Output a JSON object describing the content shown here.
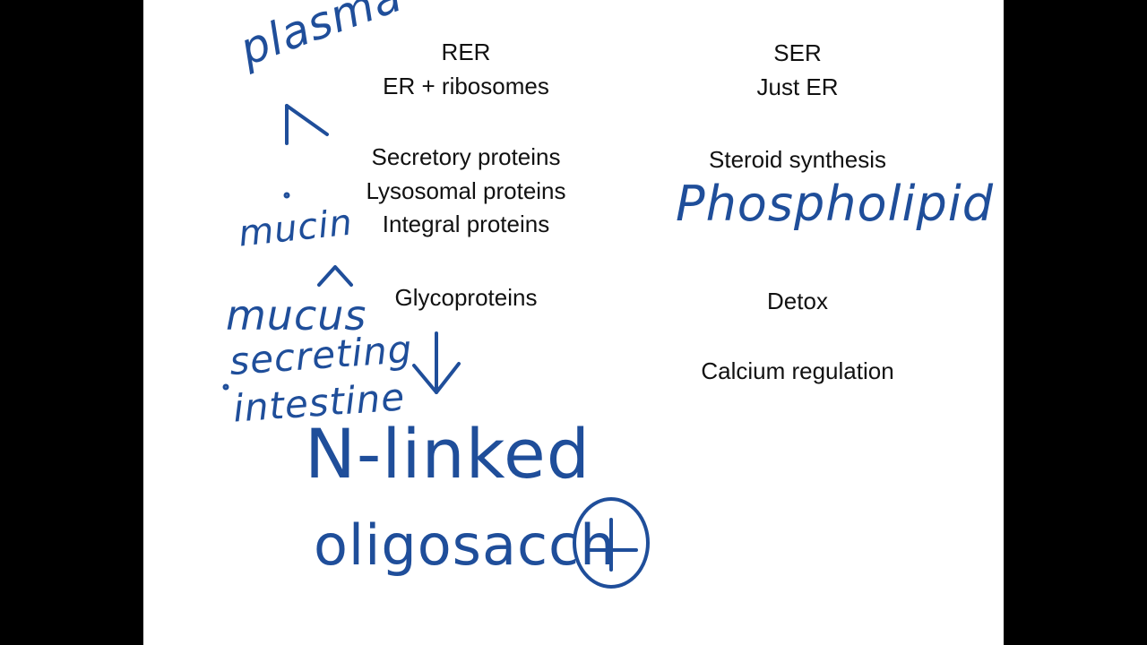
{
  "rer": {
    "title": "RER",
    "subtitle": "ER + ribosomes",
    "functions": [
      "Secretory proteins",
      "Lysosomal proteins",
      "Integral proteins"
    ],
    "glyco": "Glycoproteins"
  },
  "ser": {
    "title": "SER",
    "subtitle": "Just ER",
    "steroid": "Steroid synthesis",
    "detox": "Detox",
    "calcium": "Calcium regulation"
  },
  "handwriting": {
    "plasma": "plasma",
    "mucin": "mucin",
    "mucus": "mucus",
    "secreting": "secreting",
    "intestine": "intestine",
    "nlinked": "N-linked",
    "oligosacch": "oligosacch",
    "phospholipid": "Phospholipid"
  },
  "colors": {
    "ink": "#1f4e9a",
    "text": "#111111",
    "background": "#ffffff",
    "letterbox": "#000000"
  }
}
